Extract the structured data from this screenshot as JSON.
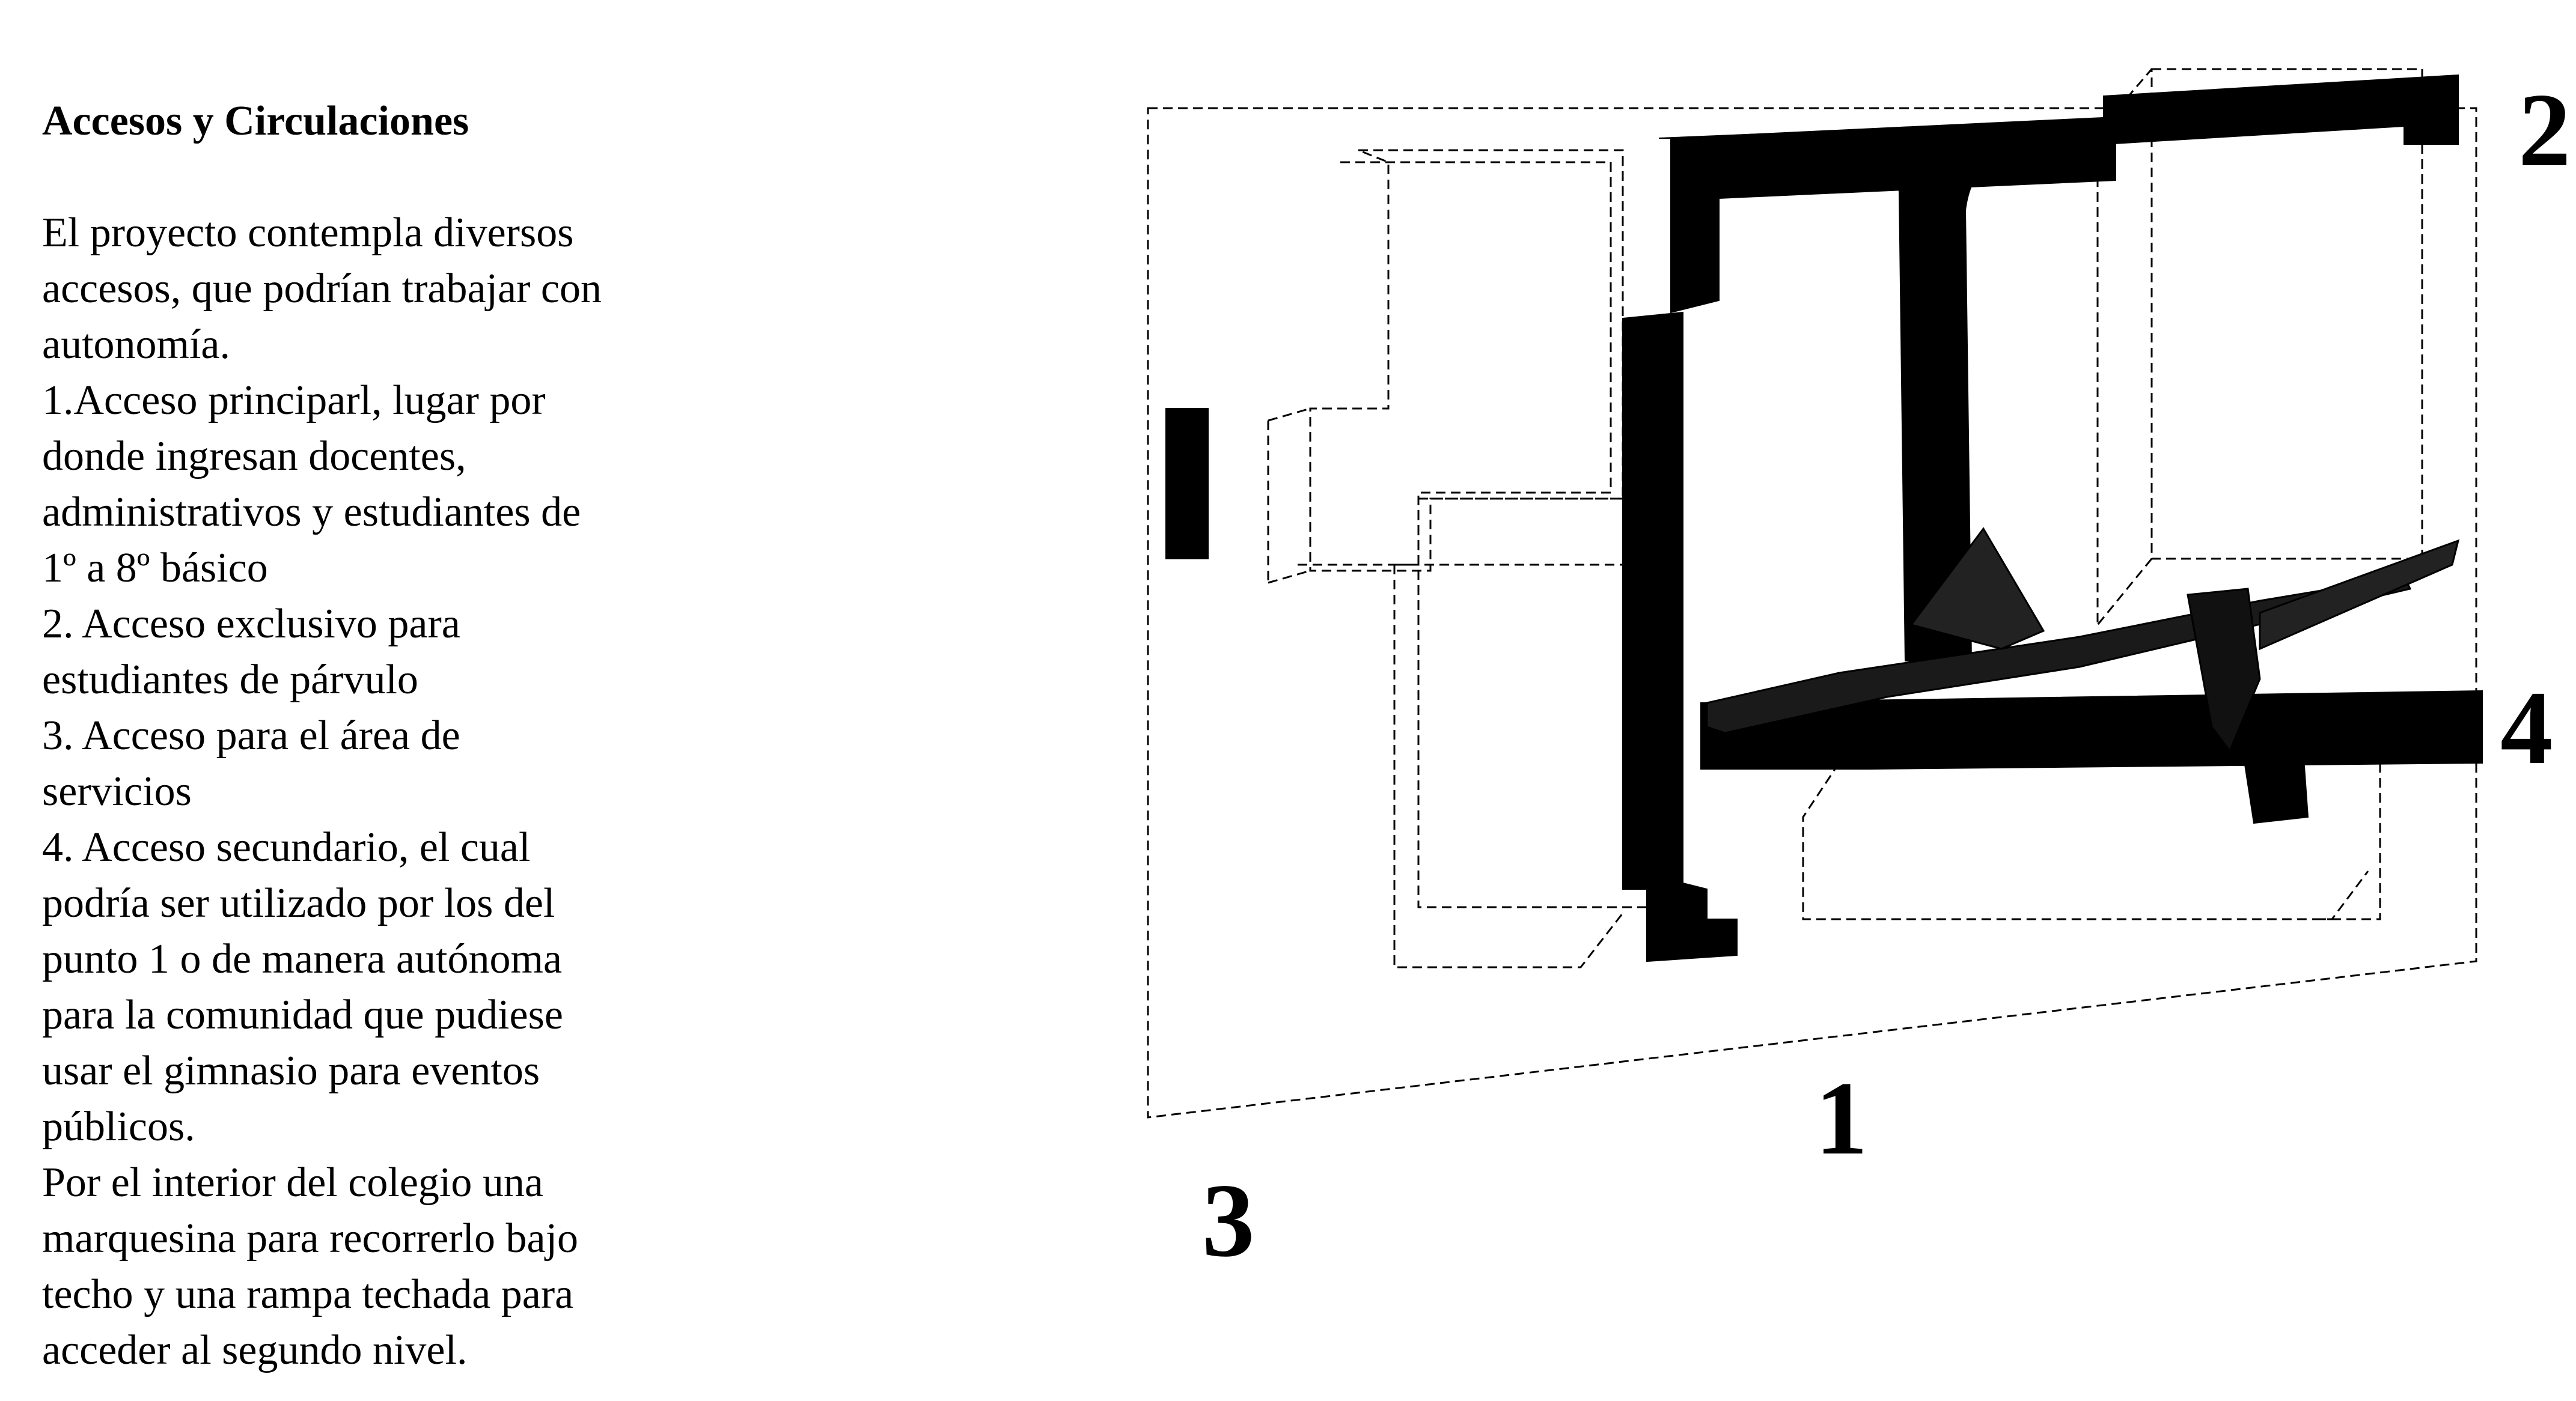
{
  "section": {
    "title": "Accesos y Circulaciones",
    "paragraphs": [
      "El proyecto contempla diversos\naccesos, que podrían trabajar con\nautonomía.",
      "1.Acceso principarl, lugar por\ndonde ingresan docentes,\nadministrativos y estudiantes de\n1º a 8º básico",
      "2. Acceso exclusivo para\nestudiantes de párvulo",
      "3. Acceso para el área de\nservicios",
      "4. Acceso secundario, el cual\npodría ser utilizado por los del\npunto 1 o de manera autónoma\npara la comunidad que pudiese\nusar el gimnasio para eventos\npúblicos.",
      "Por el interior del colegio una\nmarquesina para recorrerlo bajo\ntecho y una rampa techada para\nacceder al segundo nivel."
    ]
  },
  "diagram": {
    "access_labels": [
      "1",
      "2",
      "3",
      "4"
    ],
    "colors": {
      "ink": "#000000",
      "background": "#ffffff"
    }
  }
}
